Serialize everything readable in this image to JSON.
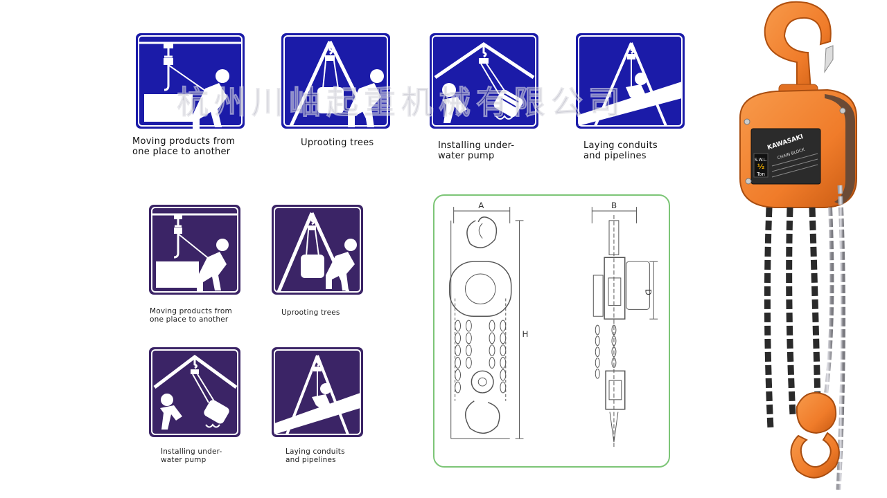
{
  "watermark": "杭州川岫起重机械有限公司",
  "top_row": [
    {
      "caption": "Moving products from\none place to another",
      "bg": "#1b1ba8"
    },
    {
      "caption": "Uprooting trees",
      "bg": "#1b1ba8"
    },
    {
      "caption": "Installing under-\nwater pump",
      "bg": "#1b1ba8"
    },
    {
      "caption": "Laying conduits\nand pipelines",
      "bg": "#1b1ba8"
    }
  ],
  "bottom_grid": [
    {
      "caption": "Moving products from\none place to another",
      "bg": "#3b2466"
    },
    {
      "caption": "Uprooting trees",
      "bg": "#3b2466"
    },
    {
      "caption": "Installing under-\nwater pump",
      "bg": "#3b2466"
    },
    {
      "caption": "Laying conduits\nand pipelines",
      "bg": "#3b2466"
    }
  ],
  "drawing": {
    "dim_a": "A",
    "dim_b": "B",
    "dim_h": "H",
    "dim_d": "D",
    "border_color": "#7cc576"
  },
  "photo": {
    "brand": "KAWASAKI",
    "label": "CHAIN BLOCK",
    "capacity": "½",
    "unit": "Ton",
    "body_color": "#f07c2a",
    "model_code": "S.W.L."
  }
}
